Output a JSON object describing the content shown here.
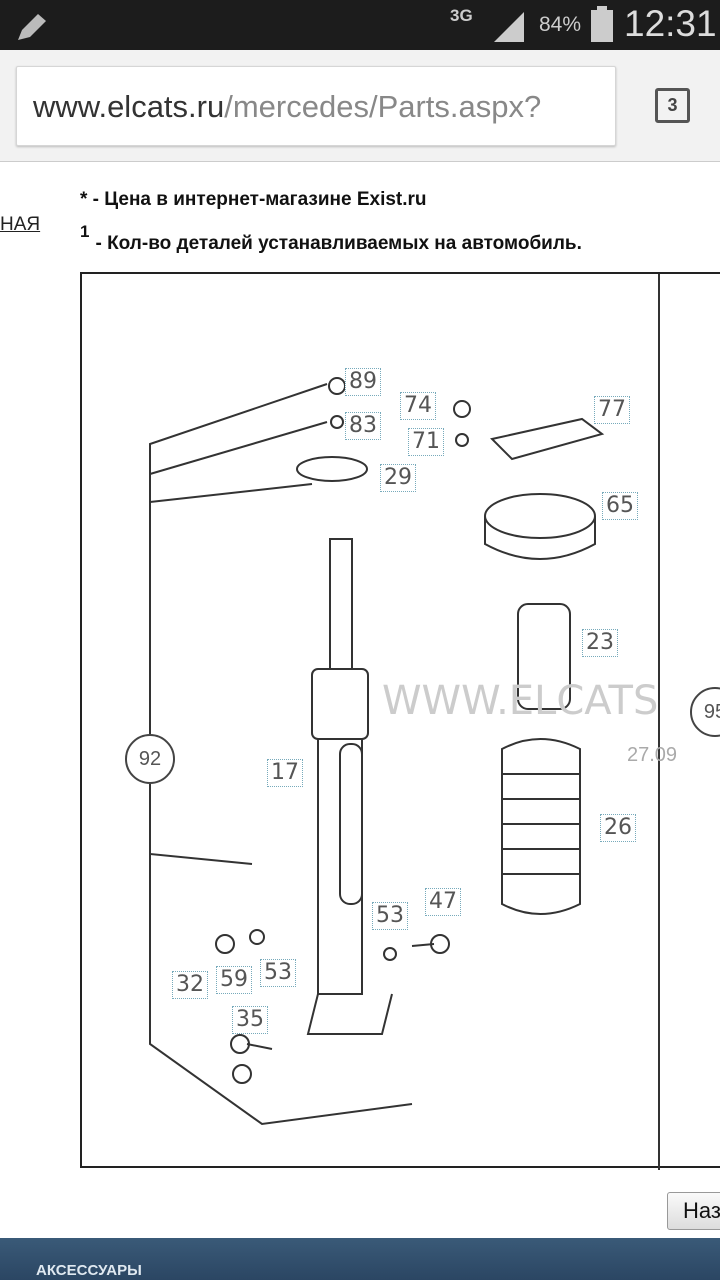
{
  "status_bar": {
    "network": "3G",
    "battery": "84%",
    "time": "12:31"
  },
  "browser": {
    "url_host": "www.elcats.ru",
    "url_path": "/mercedes/Parts.aspx?",
    "tab_count": "3"
  },
  "page": {
    "left_link": "НАЯ",
    "note_price": "* - Цена в интернет-магазине Exist.ru",
    "note_qty_mark": "1",
    "note_qty": "- Кол-во деталей устанавливаемых на автомобиль.",
    "diagram": {
      "parts": [
        "89",
        "83",
        "74",
        "71",
        "77",
        "29",
        "65",
        "23",
        "17",
        "26",
        "53",
        "47",
        "32",
        "59",
        "53",
        "35"
      ],
      "group_left": "92",
      "group_right": "95",
      "watermark": "WWW.ELCATS",
      "date_stamp": "27.09"
    },
    "next_button": "Наз",
    "footer_label": "АКСЕССУАРЫ"
  }
}
